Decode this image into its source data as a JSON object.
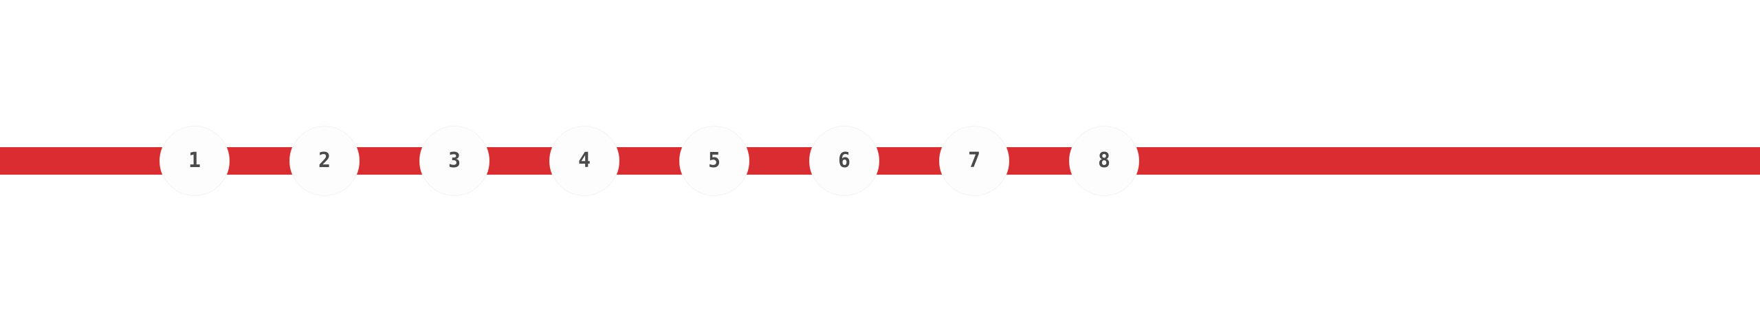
{
  "colors": {
    "background": "#ffffff",
    "track": "#d92d32",
    "node_fill": "#fdfdfd",
    "number": "#4a4a4a"
  },
  "timeline": {
    "steps": [
      {
        "number": "1"
      },
      {
        "number": "2"
      },
      {
        "number": "3"
      },
      {
        "number": "4"
      },
      {
        "number": "5"
      },
      {
        "number": "6"
      },
      {
        "number": "7"
      },
      {
        "number": "8"
      }
    ]
  }
}
